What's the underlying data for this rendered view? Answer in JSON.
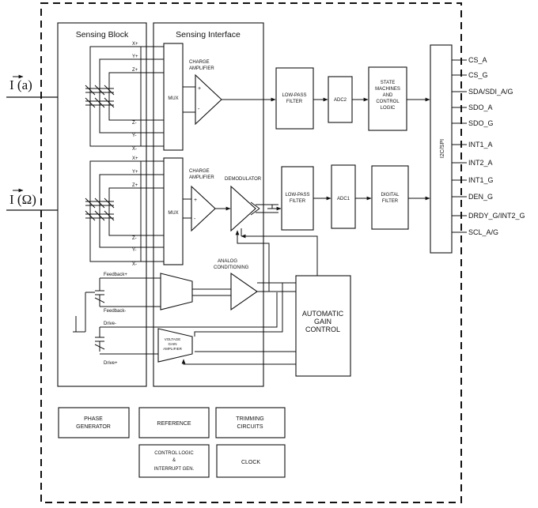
{
  "inputs": {
    "accel": "I (a)",
    "gyro": "I (Ω)"
  },
  "blocks": {
    "sensing_block": "Sensing Block",
    "sensing_interface": "Sensing Interface",
    "mux": "MUX",
    "charge_amplifier": [
      "CHARGE",
      "AMPLIFIER"
    ],
    "demodulator": "DEMODULATOR",
    "analog_conditioning": [
      "ANALOG",
      "CONDITIONING"
    ],
    "voltage_gain_amplifier": [
      "VOLTAGE",
      "GAIN",
      "AMPLIFIER"
    ],
    "lpf": [
      "LOW-PASS",
      "FILTER"
    ],
    "adc2": "ADC2",
    "adc1": "ADC1",
    "state_machines": [
      "STATE",
      "MACHINES",
      "AND",
      "CONTROL",
      "LOGIC"
    ],
    "digital_filter": [
      "DIGITAL",
      "FILTER"
    ],
    "bus": "I2C/SPI",
    "agc": [
      "AUTOMATIC",
      "GAIN",
      "CONTROL"
    ],
    "phase_generator": [
      "PHASE",
      "GENERATOR"
    ],
    "reference": "REFERENCE",
    "trimming": [
      "TRIMMING",
      "CIRCUITS"
    ],
    "control_logic": [
      "CONTROL LOGIC",
      "&",
      "INTERRUPT GEN."
    ],
    "clock": "CLOCK"
  },
  "sensor_labels": {
    "accel": [
      "X+",
      "Y+",
      "Z+",
      "Z-",
      "Y-",
      "X-"
    ],
    "gyro": [
      "X+",
      "Y+",
      "Z+",
      "Z-",
      "Y-",
      "X-"
    ],
    "feedback_plus": "Feedback+",
    "feedback_minus": "Feedback-",
    "drive_minus": "Drive-",
    "drive_plus": "Drive+",
    "plus": "+",
    "minus": "-"
  },
  "pins": [
    "CS_A",
    "CS_G",
    "SDA/SDI_A/G",
    "SDO_A",
    "SDO_G",
    "INT1_A",
    "INT2_A",
    "INT1_G",
    "DEN_G",
    "DRDY_G/INT2_G",
    "SCL_A/G"
  ]
}
